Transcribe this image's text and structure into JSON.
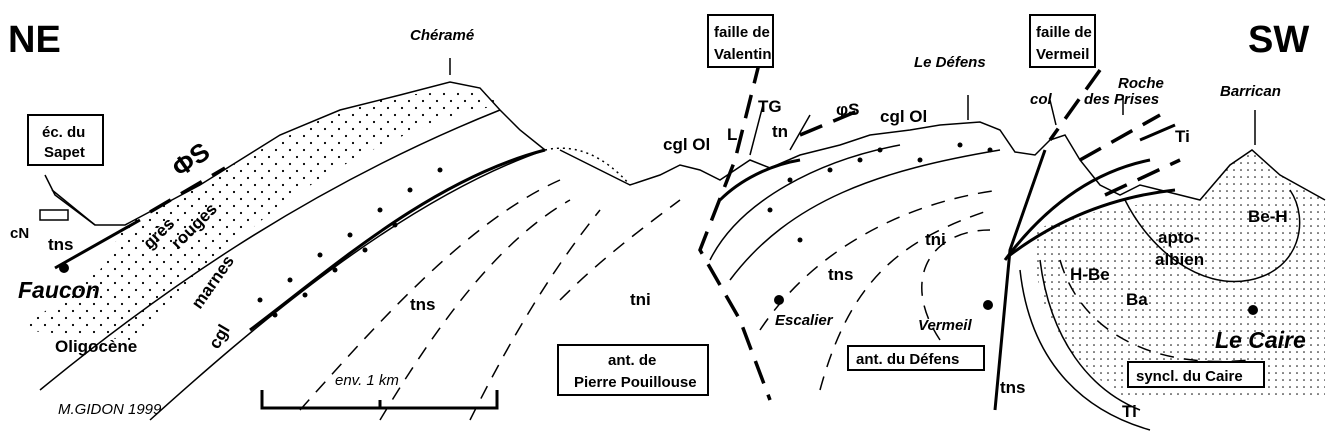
{
  "orientation": {
    "left": "NE",
    "right": "SW"
  },
  "peaks": {
    "cherame": "Chéramé",
    "le_defens": "Le Défens",
    "barrican": "Barrican",
    "roche_des_prises": [
      "Roche",
      "des Prises"
    ],
    "col": "col"
  },
  "boxes": {
    "ec_du_sapet": [
      "éc. du",
      "Sapet"
    ],
    "faille_de_valentin": [
      "faille de",
      "Valentin"
    ],
    "faille_de_vermeil": [
      "faille de",
      "Vermeil"
    ],
    "ant_pierre_pouillouse": [
      "ant. de",
      "Pierre Pouillouse"
    ],
    "ant_du_defens": "ant. du Défens",
    "syncl_du_caire": "syncl. du Caire"
  },
  "formations": {
    "phi_s_left": "ΦS",
    "gres": "grès",
    "rouges": "rouges",
    "marnes": "marnes",
    "cgl": "cgl",
    "cn": "cN",
    "tns_left": "tns",
    "oligocene": "Oligocène",
    "tns_mid": "tns",
    "tni_mid": "tni",
    "cgl_ol_left": "cgl Ol",
    "l": "L",
    "tg": "TG",
    "tn": "tn",
    "phi_s_right": "φS",
    "cgl_ol_right": "cgl Ol",
    "ti_top": "Ti",
    "tni_right": "tni",
    "tns_right": "tns",
    "tns_bottom": "tns",
    "be_h": "Be-H",
    "apto": "apto-",
    "albien": "albien",
    "h_be": "H-Be",
    "ba": "Ba",
    "ti_bottom": "Ti"
  },
  "places": {
    "faucon": "Faucon",
    "escalier": "Escalier",
    "vermeil": "Vermeil",
    "le_caire": "Le Caire"
  },
  "scale": {
    "label": "env. 1 km"
  },
  "credit": "M.GIDON 1999"
}
